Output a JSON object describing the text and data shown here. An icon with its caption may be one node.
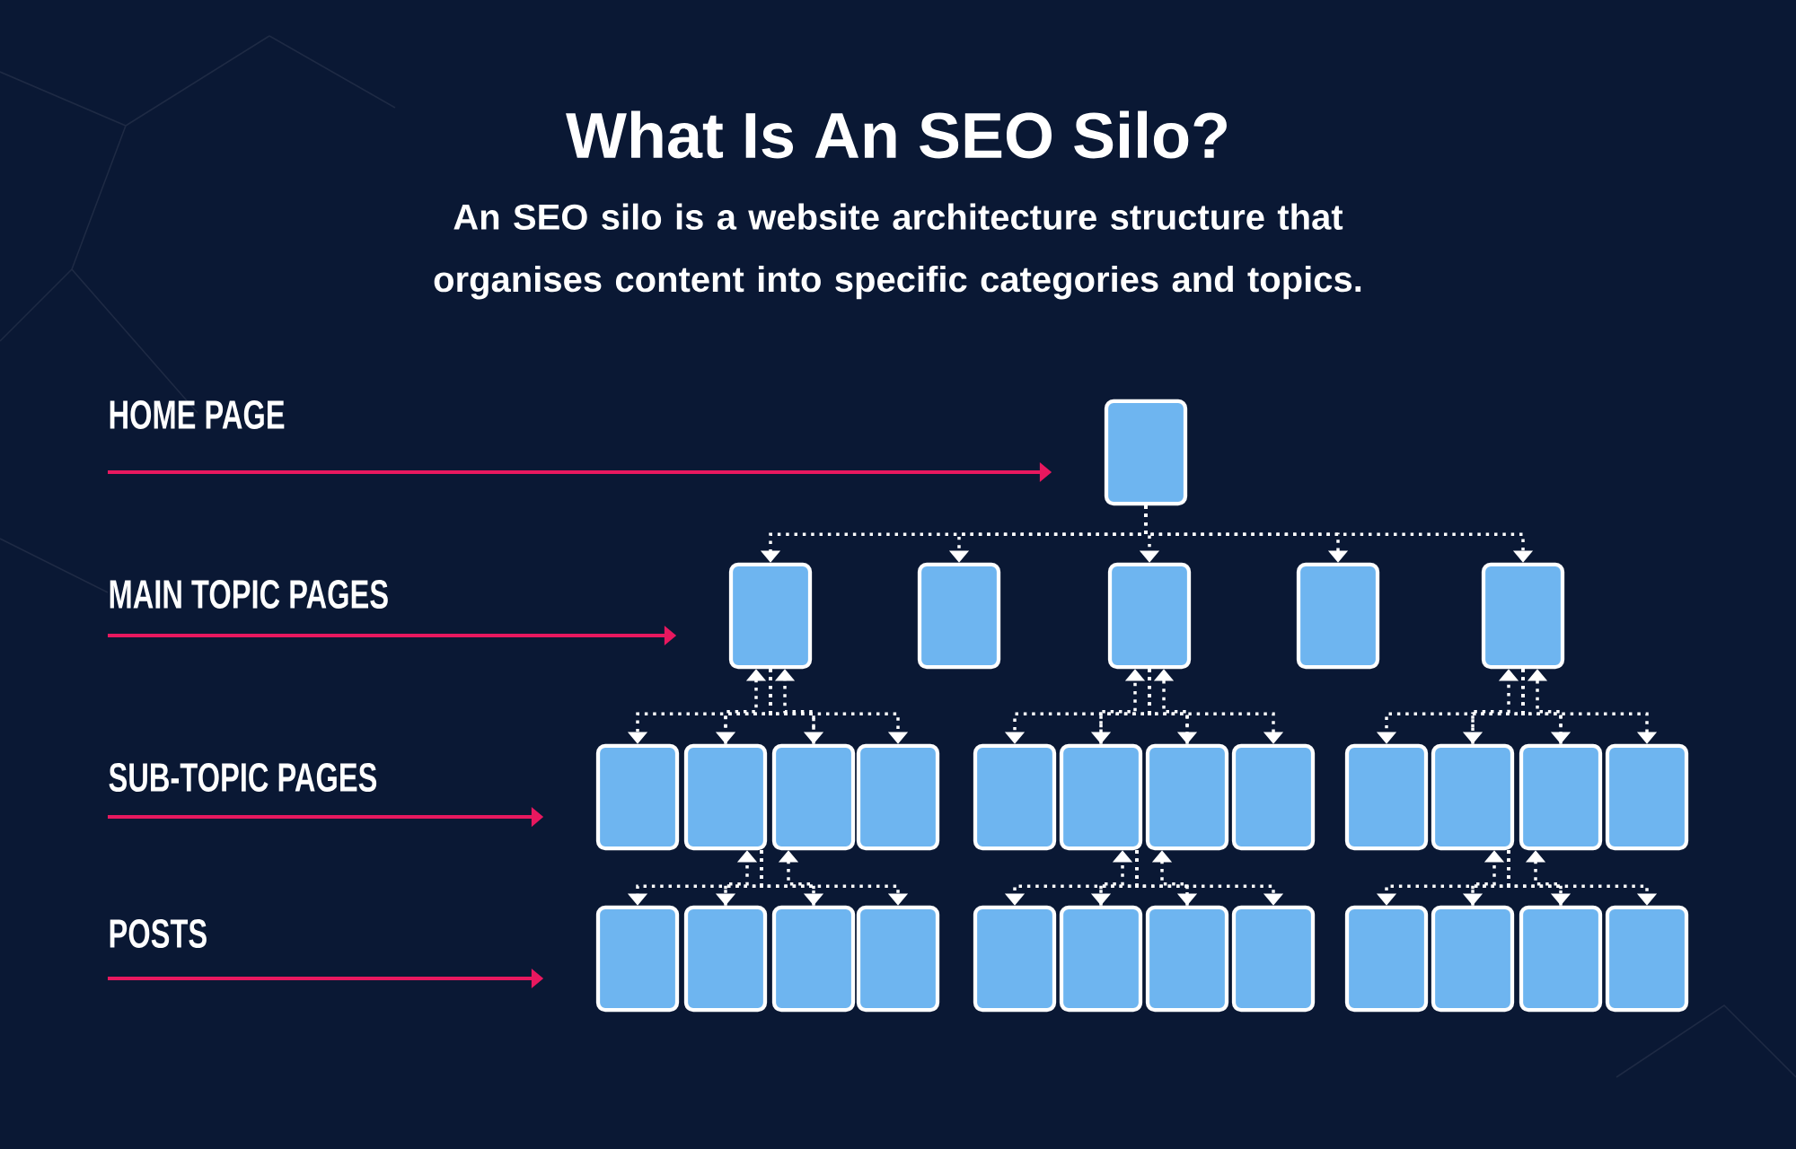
{
  "diagram": {
    "title": "What Is An SEO Silo?",
    "caption": "An SEO silo is a website architecture structure that organises content into specific categories and topics.",
    "nodes": [
      {
        "text": [
          "HOME PAGE"
        ]
      },
      {
        "text": [],
        "shape": "box"
      },
      {
        "text": [
          "MAIN TOPIC PAGES"
        ]
      },
      {
        "text": [],
        "shape": "box"
      },
      {
        "text": [],
        "shape": "box"
      },
      {
        "text": [],
        "shape": "box"
      },
      {
        "text": [],
        "shape": "box"
      },
      {
        "text": [],
        "shape": "box"
      },
      {
        "text": [
          "SUB-TOPIC PAGES"
        ]
      },
      {
        "text": [],
        "shape": "box"
      },
      {
        "text": [],
        "shape": "box"
      },
      {
        "text": [],
        "shape": "box"
      },
      {
        "text": [],
        "shape": "box"
      },
      {
        "text": [],
        "shape": "box"
      },
      {
        "text": [],
        "shape": "box"
      },
      {
        "text": [],
        "shape": "box"
      },
      {
        "text": [],
        "shape": "box"
      },
      {
        "text": [],
        "shape": "box"
      },
      {
        "text": [],
        "shape": "box"
      },
      {
        "text": [],
        "shape": "box"
      },
      {
        "text": [],
        "shape": "box"
      },
      {
        "text": [
          "POSTS"
        ]
      },
      {
        "text": [],
        "shape": "box"
      },
      {
        "text": [],
        "shape": "box"
      },
      {
        "text": [],
        "shape": "box"
      },
      {
        "text": [],
        "shape": "box"
      },
      {
        "text": [],
        "shape": "box"
      },
      {
        "text": [],
        "shape": "box"
      },
      {
        "text": [],
        "shape": "box"
      },
      {
        "text": [],
        "shape": "box"
      },
      {
        "text": [],
        "shape": "box"
      },
      {
        "text": [],
        "shape": "box"
      },
      {
        "text": [],
        "shape": "box"
      },
      {
        "text": [],
        "shape": "box"
      }
    ],
    "edges": [
      {
        "from": 0,
        "to": 1,
        "arrow": "to",
        "color": "#e8185f"
      },
      {
        "from": 2,
        "to": 3,
        "arrow": "to",
        "color": "#e8185f"
      },
      {
        "from": 8,
        "to": 9,
        "arrow": "to",
        "color": "#e8185f"
      },
      {
        "from": 21,
        "to": 22,
        "arrow": "to",
        "color": "#e8185f"
      },
      {
        "from": 1,
        "to": 3,
        "arrow": "to",
        "style": "dashed"
      },
      {
        "from": 1,
        "to": 4,
        "arrow": "to",
        "style": "dashed"
      },
      {
        "from": 1,
        "to": 5,
        "arrow": "to",
        "style": "dashed"
      },
      {
        "from": 1,
        "to": 6,
        "arrow": "to",
        "style": "dashed"
      },
      {
        "from": 1,
        "to": 7,
        "arrow": "to",
        "style": "dashed"
      },
      {
        "from": 3,
        "to": 9,
        "arrow": "to",
        "style": "dashed"
      },
      {
        "from": 3,
        "to": 10,
        "arrow": "to",
        "style": "dashed"
      },
      {
        "from": 3,
        "to": 11,
        "arrow": "to",
        "style": "dashed"
      },
      {
        "from": 3,
        "to": 12,
        "arrow": "to",
        "style": "dashed"
      },
      {
        "from": 5,
        "to": 13,
        "arrow": "to",
        "style": "dashed"
      },
      {
        "from": 5,
        "to": 14,
        "arrow": "to",
        "style": "dashed"
      },
      {
        "from": 5,
        "to": 15,
        "arrow": "to",
        "style": "dashed"
      },
      {
        "from": 5,
        "to": 16,
        "arrow": "to",
        "style": "dashed"
      },
      {
        "from": 7,
        "to": 17,
        "arrow": "to",
        "style": "dashed"
      },
      {
        "from": 7,
        "to": 18,
        "arrow": "to",
        "style": "dashed"
      },
      {
        "from": 7,
        "to": 19,
        "arrow": "to",
        "style": "dashed"
      },
      {
        "from": 7,
        "to": 20,
        "arrow": "to",
        "style": "dashed"
      },
      {
        "from": 10,
        "to": 3,
        "arrow": "to",
        "style": "dashed"
      },
      {
        "from": 11,
        "to": 3,
        "arrow": "to",
        "style": "dashed"
      },
      {
        "from": 14,
        "to": 5,
        "arrow": "to",
        "style": "dashed"
      },
      {
        "from": 15,
        "to": 5,
        "arrow": "to",
        "style": "dashed"
      },
      {
        "from": 18,
        "to": 7,
        "arrow": "to",
        "style": "dashed"
      },
      {
        "from": 19,
        "to": 7,
        "arrow": "to",
        "style": "dashed"
      },
      {
        "from": 10,
        "to": 22,
        "arrow": "to",
        "style": "dashed"
      },
      {
        "from": 10,
        "to": 23,
        "arrow": "to",
        "style": "dashed"
      },
      {
        "from": 10,
        "to": 24,
        "arrow": "to",
        "style": "dashed"
      },
      {
        "from": 10,
        "to": 25,
        "arrow": "to",
        "style": "dashed"
      },
      {
        "from": 14,
        "to": 26,
        "arrow": "to",
        "style": "dashed"
      },
      {
        "from": 14,
        "to": 27,
        "arrow": "to",
        "style": "dashed"
      },
      {
        "from": 14,
        "to": 28,
        "arrow": "to",
        "style": "dashed"
      },
      {
        "from": 14,
        "to": 29,
        "arrow": "to",
        "style": "dashed"
      },
      {
        "from": 18,
        "to": 30,
        "arrow": "to",
        "style": "dashed"
      },
      {
        "from": 18,
        "to": 31,
        "arrow": "to",
        "style": "dashed"
      },
      {
        "from": 18,
        "to": 32,
        "arrow": "to",
        "style": "dashed"
      },
      {
        "from": 18,
        "to": 33,
        "arrow": "to",
        "style": "dashed"
      },
      {
        "from": 23,
        "to": 10,
        "arrow": "to",
        "style": "dashed"
      },
      {
        "from": 24,
        "to": 11,
        "arrow": "to",
        "style": "dashed"
      },
      {
        "from": 27,
        "to": 14,
        "arrow": "to",
        "style": "dashed"
      },
      {
        "from": 28,
        "to": 15,
        "arrow": "to",
        "style": "dashed"
      },
      {
        "from": 31,
        "to": 18,
        "arrow": "to",
        "style": "dashed"
      },
      {
        "from": 32,
        "to": 19,
        "arrow": "to",
        "style": "dashed"
      }
    ]
  }
}
